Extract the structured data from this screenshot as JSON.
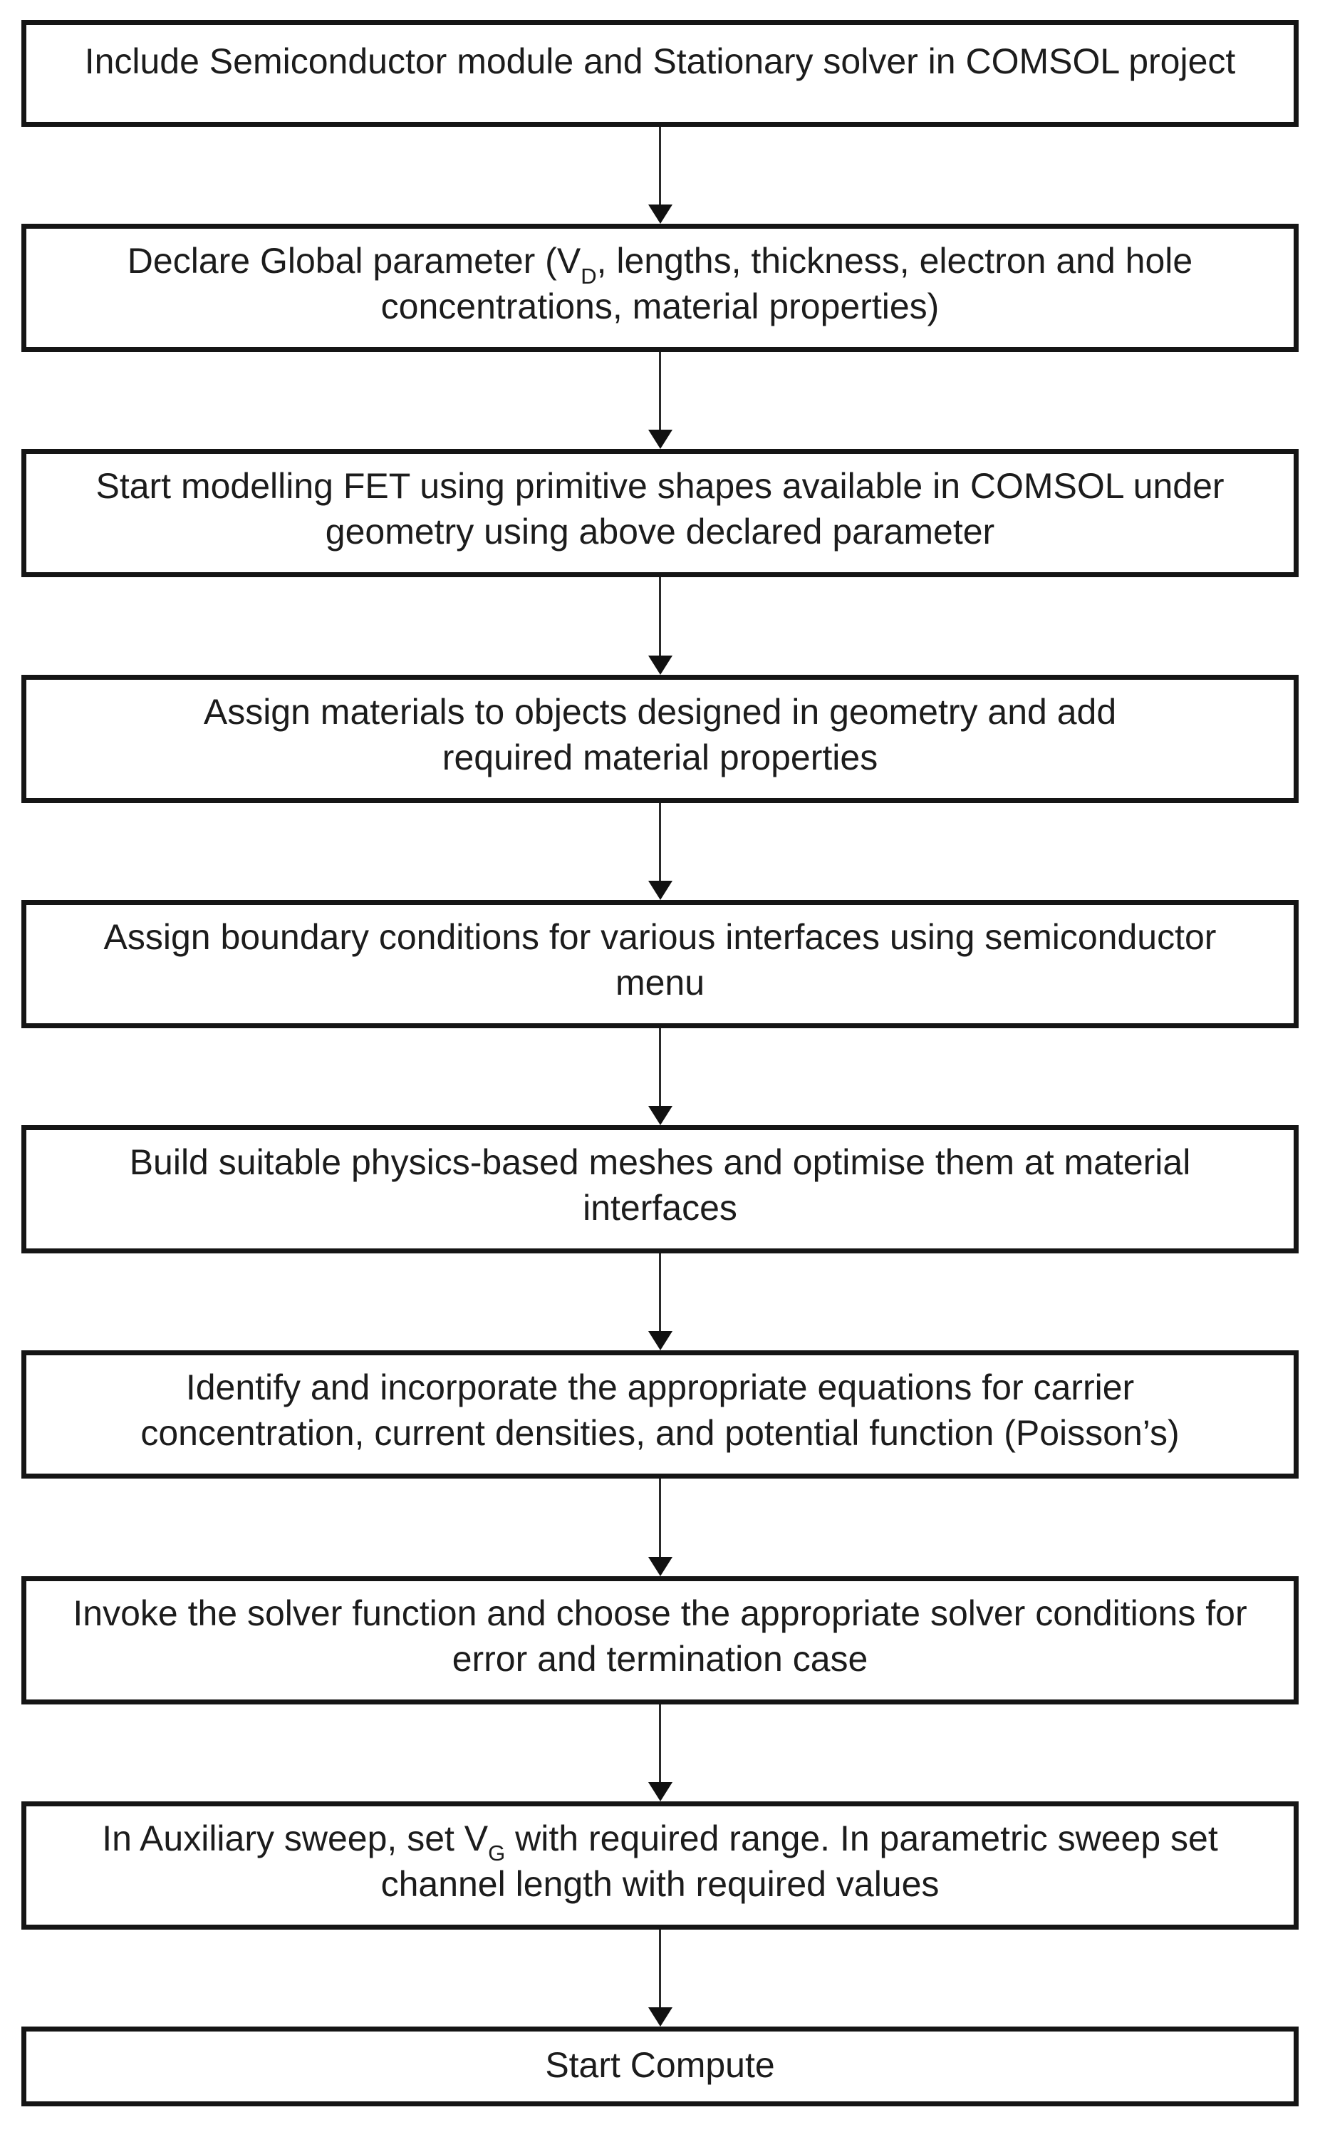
{
  "flowchart": {
    "colors": {
      "background": "#ffffff",
      "box_border": "#151515",
      "text": "#1c1c1c",
      "arrow": "#111111"
    },
    "steps": [
      {
        "lines": [
          [
            {
              "t": "Include Semiconductor module and Stationary solver in COMSOL project"
            }
          ]
        ]
      },
      {
        "lines": [
          [
            {
              "t": "Declare Global parameter (V"
            },
            {
              "t": "D",
              "sub": true
            },
            {
              "t": ", lengths, thickness, electron and hole"
            }
          ],
          [
            {
              "t": "concentrations, material properties)"
            }
          ]
        ]
      },
      {
        "lines": [
          [
            {
              "t": "Start modelling FET using primitive shapes available in COMSOL under"
            }
          ],
          [
            {
              "t": "geometry using above declared parameter"
            }
          ]
        ]
      },
      {
        "lines": [
          [
            {
              "t": "Assign materials to objects designed in geometry and add"
            }
          ],
          [
            {
              "t": "required  material properties"
            }
          ]
        ]
      },
      {
        "lines": [
          [
            {
              "t": "Assign boundary conditions for various interfaces using semiconductor"
            }
          ],
          [
            {
              "t": "menu"
            }
          ]
        ]
      },
      {
        "lines": [
          [
            {
              "t": "Build suitable physics-based meshes and optimise them at material"
            }
          ],
          [
            {
              "t": "interfaces"
            }
          ]
        ]
      },
      {
        "lines": [
          [
            {
              "t": "Identify and incorporate the appropriate equations for carrier"
            }
          ],
          [
            {
              "t": "concentration, current densities, and potential function (Poisson’s)"
            }
          ]
        ]
      },
      {
        "lines": [
          [
            {
              "t": "Invoke the solver function and choose the appropriate solver conditions for"
            }
          ],
          [
            {
              "t": "error and termination case"
            }
          ]
        ]
      },
      {
        "lines": [
          [
            {
              "t": "In Auxiliary sweep, set V"
            },
            {
              "t": "G",
              "sub": true
            },
            {
              "t": " with required range. In parametric sweep set"
            }
          ],
          [
            {
              "t": "channel length with required values"
            }
          ]
        ]
      },
      {
        "lines": [
          [
            {
              "t": "Start Compute"
            }
          ]
        ]
      }
    ]
  }
}
